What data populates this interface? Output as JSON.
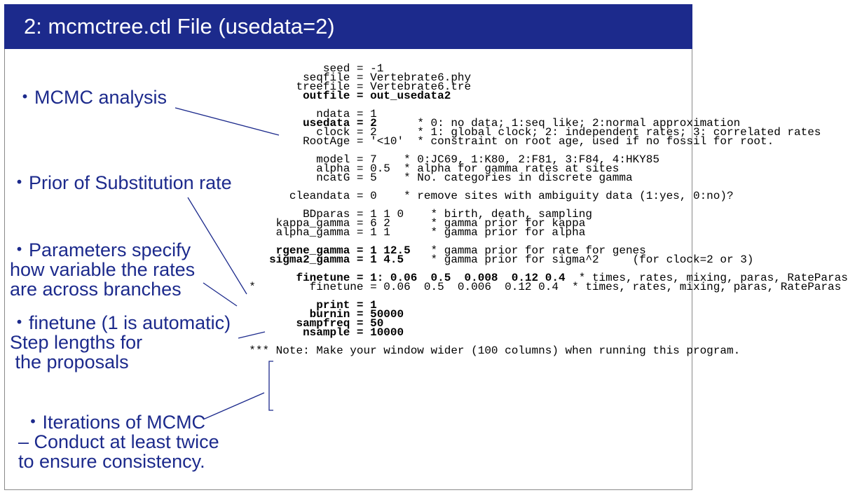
{
  "slide": {
    "title": "2: mcmctree.ctl File (usedata=2)"
  },
  "annotations": {
    "mcmc_analysis": "・MCMC analysis",
    "prior_rate": "・Prior of Substitution rate",
    "parameters": "・Parameters specify\nhow variable the rates\nare across branches",
    "finetune": "・finetune (1 is automatic)\nStep lengths for\n the proposals",
    "iterations": " ・Iterations of MCMC\n– Conduct at least twice\nto ensure consistency."
  },
  "control_file": {
    "lines": [
      {
        "text": "           seed = -1",
        "bold": false
      },
      {
        "text": "        seqfile = Vertebrate6.phy",
        "bold": false
      },
      {
        "text": "       treefile = Vertebrate6.tre",
        "bold": false
      },
      {
        "text": "        outfile = out_usedata2",
        "bold": true
      },
      {
        "text": "",
        "bold": false
      },
      {
        "text": "          ndata = 1",
        "bold": false
      },
      {
        "text": "        usedata = 2",
        "bold": true,
        "tail": "      * 0: no data; 1:seq like; 2:normal approximation"
      },
      {
        "text": "          clock = 2      * 1: global clock; 2: independent rates; 3: correlated rates",
        "bold": false
      },
      {
        "text": "        RootAge = '<10'  * constraint on root age, used if no fossil for root.",
        "bold": false
      },
      {
        "text": "",
        "bold": false
      },
      {
        "text": "          model = 7    * 0:JC69, 1:K80, 2:F81, 3:F84, 4:HKY85",
        "bold": false
      },
      {
        "text": "          alpha = 0.5  * alpha for gamma rates at sites",
        "bold": false
      },
      {
        "text": "          ncatG = 5    * No. categories in discrete gamma",
        "bold": false
      },
      {
        "text": "",
        "bold": false
      },
      {
        "text": "      cleandata = 0    * remove sites with ambiguity data (1:yes, 0:no)?",
        "bold": false
      },
      {
        "text": "",
        "bold": false
      },
      {
        "text": "        BDparas = 1 1 0    * birth, death, sampling",
        "bold": false
      },
      {
        "text": "    kappa_gamma = 6 2      * gamma prior for kappa",
        "bold": false
      },
      {
        "text": "    alpha_gamma = 1 1      * gamma prior for alpha",
        "bold": false
      },
      {
        "text": "",
        "bold": false
      },
      {
        "text": "    rgene_gamma = 1 12.5",
        "bold": true,
        "tail": "   * gamma prior for rate for genes"
      },
      {
        "text": "   sigma2_gamma = 1 4.5",
        "bold": true,
        "tail": "    * gamma prior for sigma^2     (for clock=2 or 3)"
      },
      {
        "text": "",
        "bold": false
      },
      {
        "text": "       finetune = 1: 0.06  0.5  0.008  0.12 0.4",
        "bold": true,
        "tail": "  * times, rates, mixing, paras, RateParas"
      },
      {
        "text": "*        finetune = 0.06  0.5  0.006  0.12 0.4  * times, rates, mixing, paras, RateParas",
        "bold": false
      },
      {
        "text": "",
        "bold": false
      },
      {
        "text": "          print = 1",
        "bold": true
      },
      {
        "text": "         burnin = 50000",
        "bold": true
      },
      {
        "text": "       sampfreq = 50",
        "bold": true
      },
      {
        "text": "        nsample = 10000",
        "bold": true
      },
      {
        "text": "",
        "bold": false
      },
      {
        "text": "*** Note: Make your window wider (100 columns) when running this program.",
        "bold": false
      }
    ]
  },
  "colors": {
    "title_bg": "#1c2a8c",
    "annotation_text": "#1c2a8c",
    "leader_line": "#1c2a8c"
  }
}
